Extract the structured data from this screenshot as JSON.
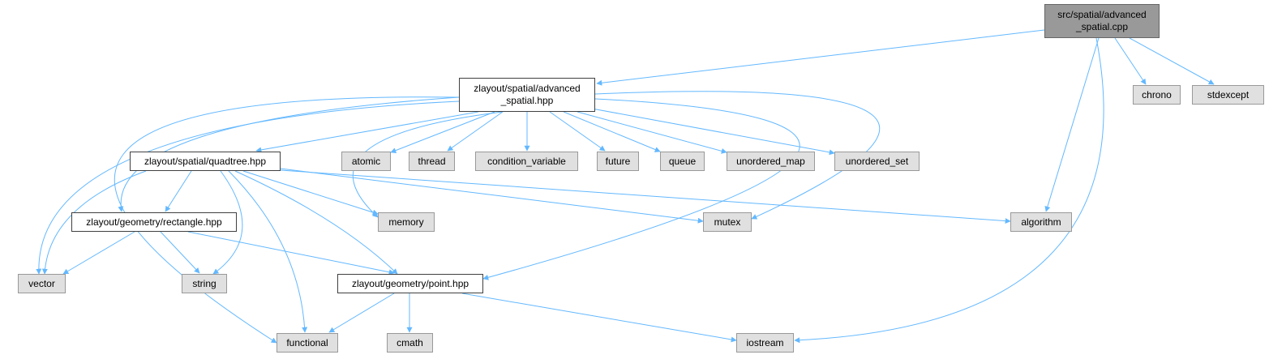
{
  "diagram": {
    "title": "",
    "colors": {
      "edge": "#63b8ff",
      "root_fill": "#999999",
      "system_fill": "#e0e0e0",
      "project_fill": "#ffffff"
    },
    "nodes": [
      {
        "id": "root",
        "label": "src/spatial/advanced\n_spatial.cpp",
        "kind": "root"
      },
      {
        "id": "advhpp",
        "label": "zlayout/spatial/advanced\n_spatial.hpp",
        "kind": "project"
      },
      {
        "id": "chrono",
        "label": "chrono",
        "kind": "system"
      },
      {
        "id": "stdexcept",
        "label": "stdexcept",
        "kind": "system"
      },
      {
        "id": "quadtree",
        "label": "zlayout/spatial/quadtree.hpp",
        "kind": "project"
      },
      {
        "id": "atomic",
        "label": "atomic",
        "kind": "system"
      },
      {
        "id": "thread",
        "label": "thread",
        "kind": "system"
      },
      {
        "id": "condvar",
        "label": "condition_variable",
        "kind": "system"
      },
      {
        "id": "future",
        "label": "future",
        "kind": "system"
      },
      {
        "id": "queue",
        "label": "queue",
        "kind": "system"
      },
      {
        "id": "umap",
        "label": "unordered_map",
        "kind": "system"
      },
      {
        "id": "uset",
        "label": "unordered_set",
        "kind": "system"
      },
      {
        "id": "rect",
        "label": "zlayout/geometry/rectangle.hpp",
        "kind": "project"
      },
      {
        "id": "memory",
        "label": "memory",
        "kind": "system"
      },
      {
        "id": "mutex",
        "label": "mutex",
        "kind": "system"
      },
      {
        "id": "algorithm",
        "label": "algorithm",
        "kind": "system"
      },
      {
        "id": "vector",
        "label": "vector",
        "kind": "system"
      },
      {
        "id": "string",
        "label": "string",
        "kind": "system"
      },
      {
        "id": "point",
        "label": "zlayout/geometry/point.hpp",
        "kind": "project"
      },
      {
        "id": "functional",
        "label": "functional",
        "kind": "system"
      },
      {
        "id": "cmath",
        "label": "cmath",
        "kind": "system"
      },
      {
        "id": "iostream",
        "label": "iostream",
        "kind": "system"
      }
    ],
    "edges": [
      [
        "root",
        "advhpp"
      ],
      [
        "root",
        "chrono"
      ],
      [
        "root",
        "stdexcept"
      ],
      [
        "root",
        "algorithm"
      ],
      [
        "root",
        "iostream"
      ],
      [
        "advhpp",
        "quadtree"
      ],
      [
        "advhpp",
        "atomic"
      ],
      [
        "advhpp",
        "thread"
      ],
      [
        "advhpp",
        "condvar"
      ],
      [
        "advhpp",
        "future"
      ],
      [
        "advhpp",
        "queue"
      ],
      [
        "advhpp",
        "umap"
      ],
      [
        "advhpp",
        "uset"
      ],
      [
        "advhpp",
        "memory"
      ],
      [
        "advhpp",
        "mutex"
      ],
      [
        "advhpp",
        "rect"
      ],
      [
        "advhpp",
        "vector"
      ],
      [
        "advhpp",
        "functional"
      ],
      [
        "advhpp",
        "point"
      ],
      [
        "quadtree",
        "rect"
      ],
      [
        "quadtree",
        "memory"
      ],
      [
        "quadtree",
        "mutex"
      ],
      [
        "quadtree",
        "algorithm"
      ],
      [
        "quadtree",
        "vector"
      ],
      [
        "quadtree",
        "string"
      ],
      [
        "quadtree",
        "point"
      ],
      [
        "quadtree",
        "functional"
      ],
      [
        "rect",
        "vector"
      ],
      [
        "rect",
        "string"
      ],
      [
        "rect",
        "point"
      ],
      [
        "point",
        "functional"
      ],
      [
        "point",
        "cmath"
      ],
      [
        "point",
        "iostream"
      ]
    ]
  }
}
